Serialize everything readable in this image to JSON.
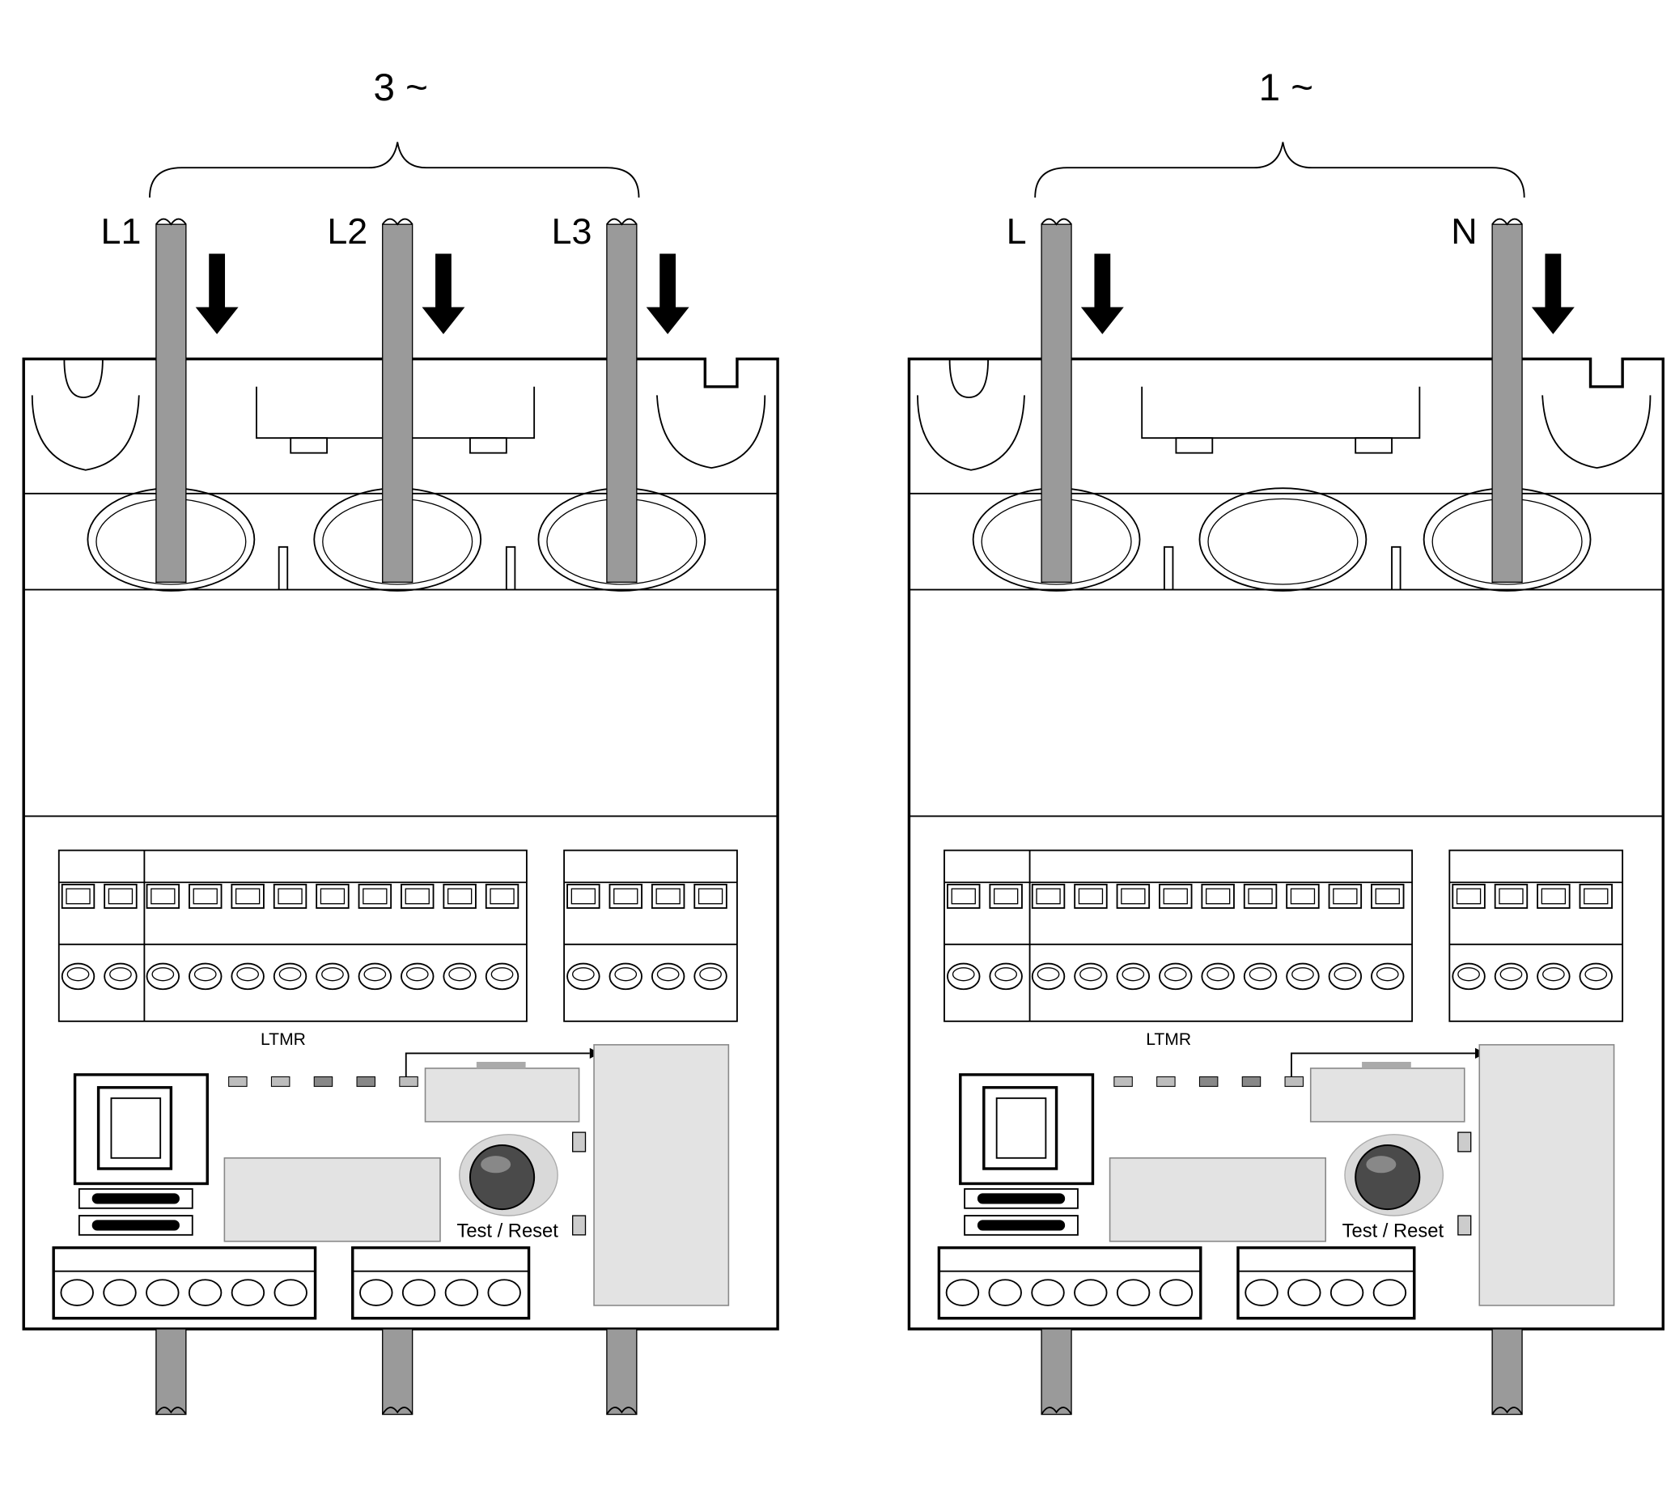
{
  "colors": {
    "ink": "#000000",
    "cable": "#9a9a9a",
    "panel": "#e3e3e3",
    "led": "#bdbdbd",
    "background": "#ffffff"
  },
  "figures": [
    {
      "id": "three-phase",
      "supply_label": "3 ~",
      "unused_window": null,
      "conductors": [
        {
          "label": "L1",
          "window": 0
        },
        {
          "label": "L2",
          "window": 1
        },
        {
          "label": "L3",
          "window": 2
        }
      ],
      "device": {
        "model_label": "LTMR",
        "button_label": "Test / Reset",
        "led_count": 5,
        "top_terminal_count": 15,
        "bottom_terminal_count": 10
      }
    },
    {
      "id": "single-phase",
      "supply_label": "1 ~",
      "unused_window": 1,
      "conductors": [
        {
          "label": "L",
          "window": 0
        },
        {
          "label": "N",
          "window": 2
        }
      ],
      "device": {
        "model_label": "LTMR",
        "button_label": "Test / Reset",
        "led_count": 5,
        "top_terminal_count": 15,
        "bottom_terminal_count": 10
      }
    }
  ]
}
